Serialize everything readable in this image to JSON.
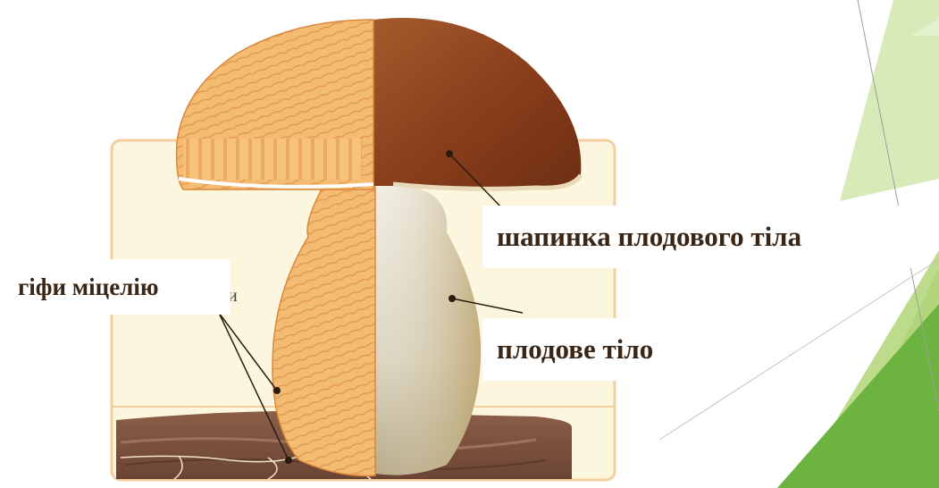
{
  "labels": {
    "hyphae": "гіфи міцелію",
    "cap": "шапинка плодового тіла",
    "fruiting_body": "плодове тіло",
    "stray_glyph": "и"
  },
  "colors": {
    "cap_brown": "#8a3f1c",
    "flesh_orange": "#f2b66c",
    "stem_white": "#e9e4d6",
    "panel_cream": "#fdf6df",
    "panel_border": "#f3cfa0",
    "soil": "#7a5240",
    "green_light": "#d6e9b6",
    "green_mid": "#a8d070",
    "green_dark": "#6db33f",
    "label_text": "#3a2616"
  }
}
